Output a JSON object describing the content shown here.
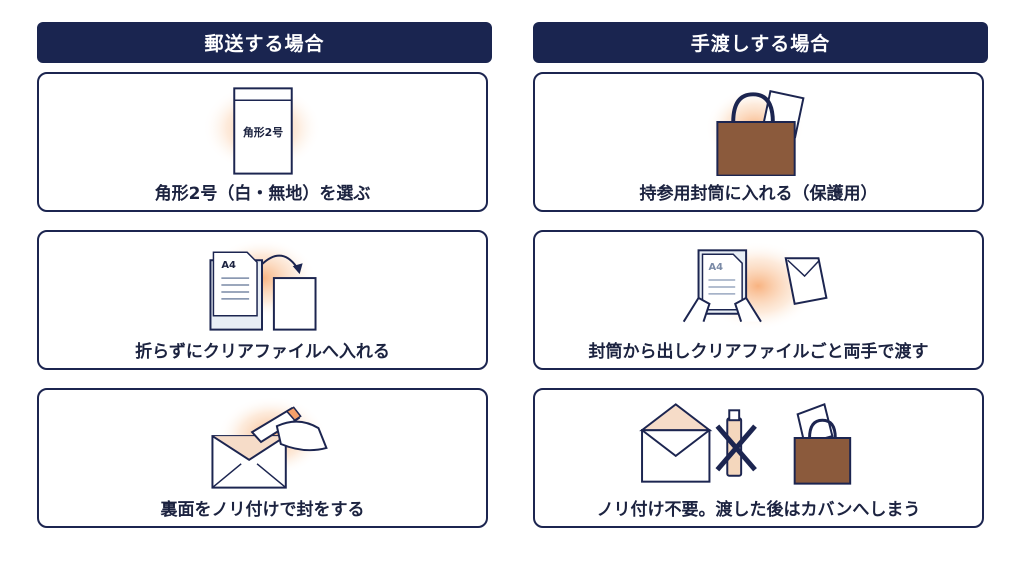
{
  "mail": {
    "title": "郵送する場合",
    "steps": [
      {
        "caption": "角形2号（白・無地）を選ぶ",
        "envelope_label": "角形2号"
      },
      {
        "caption": "折らずにクリアファイルへ入れる",
        "doc_label": "A4"
      },
      {
        "caption": "裏面をノリ付けで封をする"
      }
    ]
  },
  "hand": {
    "title": "手渡しする場合",
    "steps": [
      {
        "caption": "持参用封筒に入れる（保護用）"
      },
      {
        "caption": "封筒から出しクリアファイルごと両手で渡す",
        "doc_label": "A4"
      },
      {
        "caption": "ノリ付け不要。渡した後はカバンへしまう"
      }
    ]
  },
  "colors": {
    "navy": "#1a2550",
    "glow": "#f7a56a",
    "bag_brown": "#8b5a3c",
    "envelope_tint": "#f6dcc8"
  }
}
